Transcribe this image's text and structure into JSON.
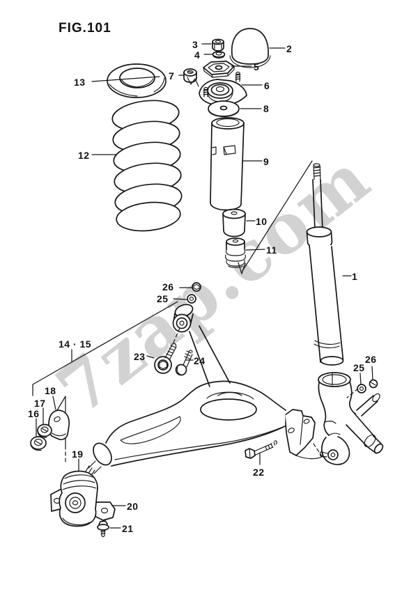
{
  "figure": {
    "title": "FIG.101"
  },
  "watermark": {
    "text": "7zap.com",
    "color": "#d2d2d2"
  },
  "colors": {
    "line": "#161616",
    "background": "#ffffff"
  },
  "labels": [
    {
      "part": "shock-absorber",
      "text": "1"
    },
    {
      "part": "strut-dust-cap",
      "text": "2"
    },
    {
      "part": "strut-nut",
      "text": "3"
    },
    {
      "part": "strut-washer",
      "text": "4"
    },
    {
      "part": "bearing-plate",
      "text": "5"
    },
    {
      "part": "strut-mount",
      "text": "6"
    },
    {
      "part": "mount-flange-nut",
      "text": "7"
    },
    {
      "part": "spring-upper-seat-washer",
      "text": "8"
    },
    {
      "part": "dust-cover",
      "text": "9"
    },
    {
      "part": "cushion-bushing",
      "text": "10"
    },
    {
      "part": "bump-stop",
      "text": "11"
    },
    {
      "part": "coil-spring",
      "text": "12"
    },
    {
      "part": "spring-seat",
      "text": "13"
    },
    {
      "part": "suspension-arm-set",
      "text": "14 · 15"
    },
    {
      "part": "bracket-nut",
      "text": "16"
    },
    {
      "part": "bracket-washer",
      "text": "17"
    },
    {
      "part": "bracket",
      "text": "18"
    },
    {
      "part": "arm-pivot",
      "text": "19"
    },
    {
      "part": "pivot-mount-plate",
      "text": "20"
    },
    {
      "part": "mount-bolt",
      "text": "21"
    },
    {
      "part": "knuckle-bolt",
      "text": "22"
    },
    {
      "part": "arm-bolt-front",
      "text": "23"
    },
    {
      "part": "arm-bolt-rear",
      "text": "24"
    },
    {
      "part": "arm-washer",
      "text": "25"
    },
    {
      "part": "arm-nut",
      "text": "26"
    },
    {
      "part": "knuckle-washer",
      "text": "25"
    },
    {
      "part": "knuckle-nut",
      "text": "26"
    }
  ]
}
